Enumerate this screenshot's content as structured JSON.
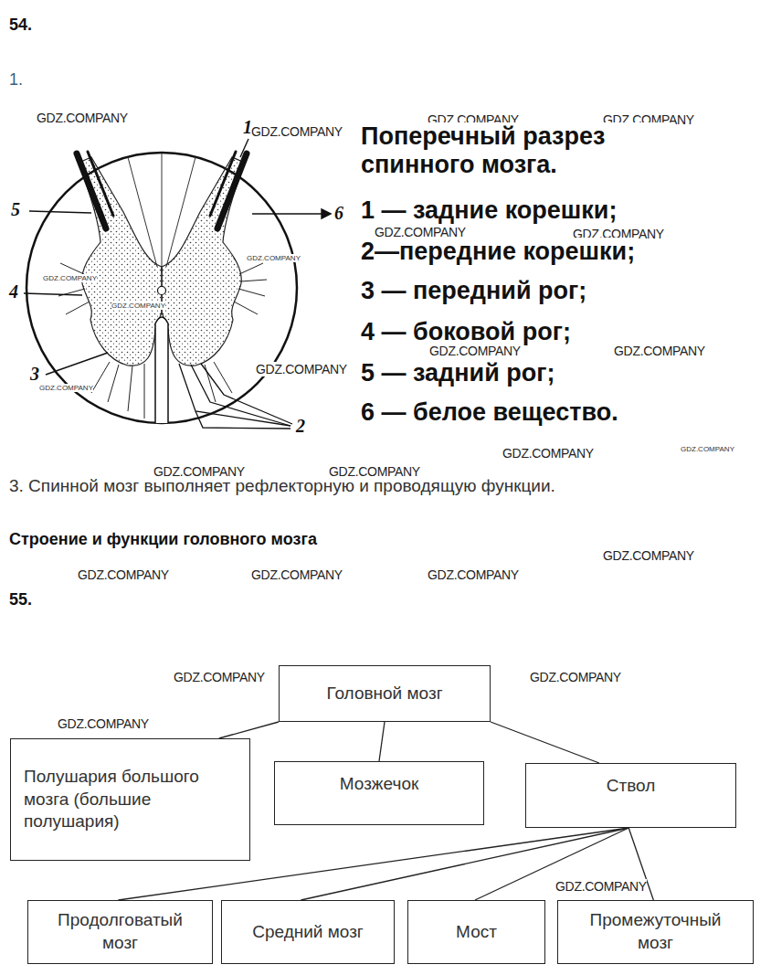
{
  "diagram": {
    "nodes": [
      {
        "text": [
          "Головной мозг"
        ]
      },
      {
        "text": [
          "Полушария большого мозга (большие полушария)"
        ]
      },
      {
        "text": [
          "Мозжечок"
        ]
      },
      {
        "text": [
          "Ствол"
        ]
      },
      {
        "text": [
          "Продолговатый мозг"
        ]
      },
      {
        "text": [
          "Средний мозг"
        ]
      },
      {
        "text": [
          "Мост"
        ]
      },
      {
        "text": [
          "Промежуточный мозг"
        ]
      }
    ],
    "edges": [
      {
        "from": 0,
        "to": 1,
        "arrow": "none"
      },
      {
        "from": 0,
        "to": 2,
        "arrow": "none"
      },
      {
        "from": 0,
        "to": 3,
        "arrow": "none"
      },
      {
        "from": 3,
        "to": 4,
        "arrow": "none"
      },
      {
        "from": 3,
        "to": 5,
        "arrow": "none"
      },
      {
        "from": 3,
        "to": 6,
        "arrow": "none"
      },
      {
        "from": 3,
        "to": 7,
        "arrow": "none"
      }
    ],
    "labels": [
      "54.",
      "1.",
      "GDZ.COMPANY",
      "1",
      "GDZ.COMPANY",
      "GDZ.COMPANY",
      "GDZ.COMPANY",
      "Поперечный разрез спинного мозга.",
      "5",
      "6",
      "1 — задние корешки;",
      "GDZ.COMPANY",
      "GDZ.COMPANY",
      "2—передние корешки;",
      "GDZ.COMPANY",
      "GDZ.COMPANY",
      "4",
      "GDZ.COMPANY",
      "3 — передний рог;",
      "4 — боковой рог;",
      "GDZ.COMPANY",
      "GDZ.COMPANY",
      "5 — задний рог;",
      "GDZ.COMPANY",
      "3",
      "GDZ.COMPANY",
      "6 — белое вещество.",
      "2",
      "GDZ.COMPANY",
      "GDZ.COMPANY",
      "GDZ.COMPANY",
      "GDZ.COMPANY",
      "3. Спинной мозг выполняет рефлекторную и проводящую функции.",
      "Строение и функции головного мозга",
      "GDZ.COMPANY",
      "GDZ.COMPANY",
      "GDZ.COMPANY",
      "GDZ.COMPANY",
      "55.",
      "GDZ.COMPANY",
      "GDZ.COMPANY",
      "GDZ.COMPANY",
      "GDZ.COMPANY",
      "GDZ.COMPANY",
      "GDZ.COMPANY",
      "GDZ.COMPANY",
      "GDZ.COMPANY",
      "GDZ.COMPANY",
      "GDZ.COMPANY",
      "GDZ.COMPANY",
      "GDZ.COMPANY"
    ]
  }
}
